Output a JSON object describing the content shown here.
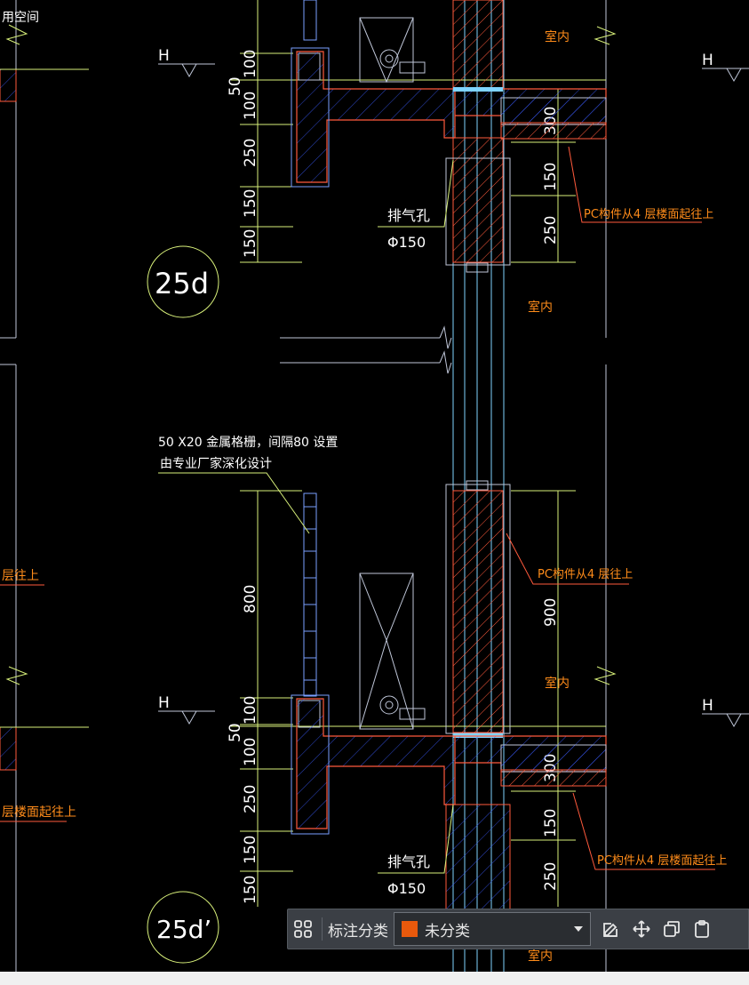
{
  "drawing": {
    "labels": {
      "top_left_space": "用空间",
      "interior": "室内",
      "elevation_mark": "H",
      "vent_hole": "排气孔",
      "vent_diameter": "Φ150",
      "pc_4_floor_up": "PC构件从4 层楼面起往上",
      "pc_4_floor": "PC构件从4 层往上",
      "grille_note_line1": "50 X20 金属格栅，间隔80 设置",
      "grille_note_line2": "由专业厂家深化设计",
      "left_floor_up": "层往上",
      "left_floor_start": "层楼面起往上"
    },
    "details": {
      "upper": "25d",
      "lower": "25d’"
    },
    "dimensions": {
      "d50": "50",
      "d100": "100",
      "d250": "250",
      "d150": "150",
      "d300": "300",
      "d800": "800",
      "d900": "900"
    }
  },
  "toolbar": {
    "label": "标注分类",
    "category_value": "未分类",
    "category_color": "#e8590c"
  },
  "colors": {
    "background": "#000000",
    "dim_line": "#d8f07a",
    "structure": "#3b5bff",
    "hatch": "#ff5a3c",
    "glass": "#7fd4ff",
    "orange_text": "#ff8c1a",
    "frame": "#bfc6d8"
  }
}
